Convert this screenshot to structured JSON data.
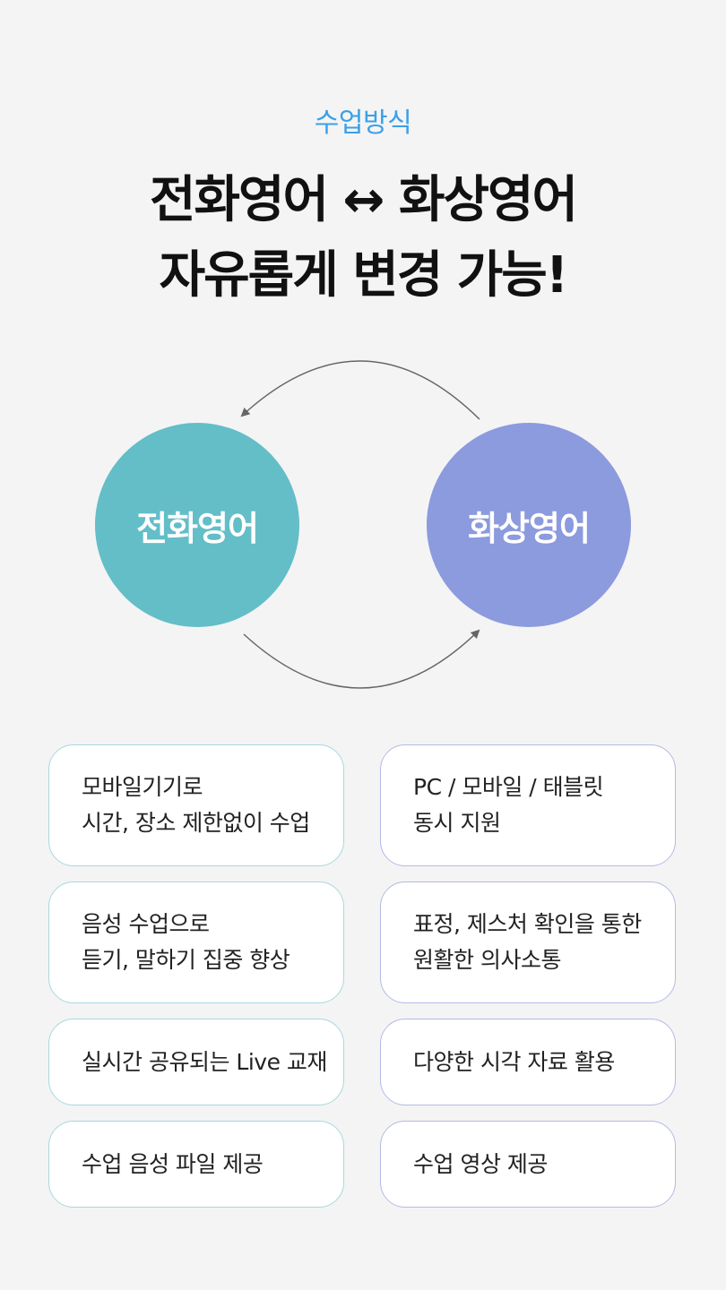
{
  "section_label": "수업방식",
  "headline": {
    "line1": "전화영어 ↔ 화상영어",
    "line2": "자유롭게 변경 가능!"
  },
  "diagram": {
    "left_circle": {
      "label": "전화영어",
      "color": "#63bec8"
    },
    "right_circle": {
      "label": "화상영어",
      "color": "#8c9ade"
    },
    "arrow_color": "#666666"
  },
  "features": {
    "phone": [
      {
        "lines": [
          "모바일기기로",
          "시간, 장소 제한없이 수업"
        ]
      },
      {
        "lines": [
          "음성 수업으로",
          "듣기, 말하기 집중 향상"
        ]
      },
      {
        "lines": [
          "실시간 공유되는 Live 교재"
        ]
      },
      {
        "lines": [
          "수업 음성 파일 제공"
        ]
      }
    ],
    "video": [
      {
        "lines": [
          "PC / 모바일 / 태블릿",
          "동시 지원"
        ]
      },
      {
        "lines": [
          "표정, 제스처 확인을 통한",
          "원활한 의사소통"
        ]
      },
      {
        "lines": [
          "다양한 시각 자료 활용"
        ]
      },
      {
        "lines": [
          "수업 영상 제공"
        ]
      }
    ],
    "border_colors": {
      "phone": "#a9d8dd",
      "video": "#b3bbe6"
    }
  }
}
